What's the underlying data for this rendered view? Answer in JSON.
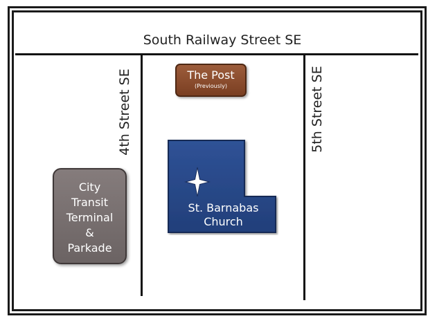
{
  "map": {
    "streets": {
      "south_railway": "South Railway Street SE",
      "fourth": "4th Street SE",
      "fifth": "5th Street SE"
    },
    "buildings": {
      "post": {
        "title": "The Post",
        "subtitle": "(Previously)",
        "color": "#8a4b2c"
      },
      "transit": {
        "lines": [
          "City",
          "Transit",
          "Terminal",
          "&",
          "Parkade"
        ],
        "color": "#776e6e"
      },
      "church": {
        "lines": [
          "St. Barnabas",
          "Church"
        ],
        "color": "#2a4a8a",
        "marker": "compass-star-icon"
      }
    }
  }
}
